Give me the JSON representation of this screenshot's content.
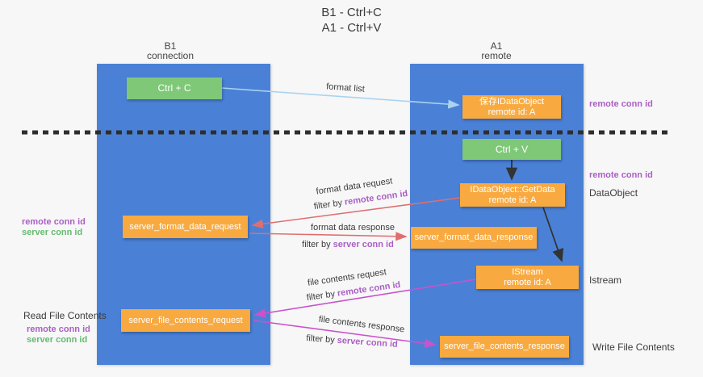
{
  "title": {
    "line1": "B1 - Ctrl+C",
    "line2": "A1 - Ctrl+V"
  },
  "columns": {
    "left": {
      "name": "B1",
      "role": "connection"
    },
    "right": {
      "name": "A1",
      "role": "remote"
    }
  },
  "nodes": {
    "ctrl_c": "Ctrl + C",
    "ctrl_v": "Ctrl + V",
    "save_dataobject": {
      "line1": "保存IDataObject",
      "line2": "remote id: A"
    },
    "getdata": {
      "line1": "IDataObject::GetData",
      "line2": "remote id: A"
    },
    "istream": {
      "line1": "IStream",
      "line2": "remote id: A"
    },
    "server_format_data_request": "server_format_data_request",
    "server_format_data_response": "server_format_data_response",
    "server_file_contents_request": "server_file_contents_request",
    "server_file_contents_response": "server_file_contents_response"
  },
  "labels": {
    "format_list": "format list",
    "format_data_request": "format data request",
    "format_data_response": "format data response",
    "file_contents_request": "file contents request",
    "file_contents_response": "file contents response",
    "filter_by": "filter by",
    "remote_conn_id": "remote conn id",
    "server_conn_id": "server conn id",
    "dataobject": "DataObject",
    "istream": "Istream",
    "read_file_contents": "Read File Contents",
    "write_file_contents": "Write File Contents"
  },
  "colors": {
    "background": "#f7f7f8",
    "lifeline_blue": "#4a81d6",
    "action_green": "#7ec878",
    "message_orange": "#f8aa41",
    "arrow_lightblue": "#a9d3f0",
    "arrow_red": "#e06e6e",
    "arrow_magenta": "#cb52cb",
    "arrow_black": "#333333",
    "text_purple": "#ab5fc4",
    "text_green": "#66bb6f",
    "dashed_line": "#2e2e2e"
  }
}
